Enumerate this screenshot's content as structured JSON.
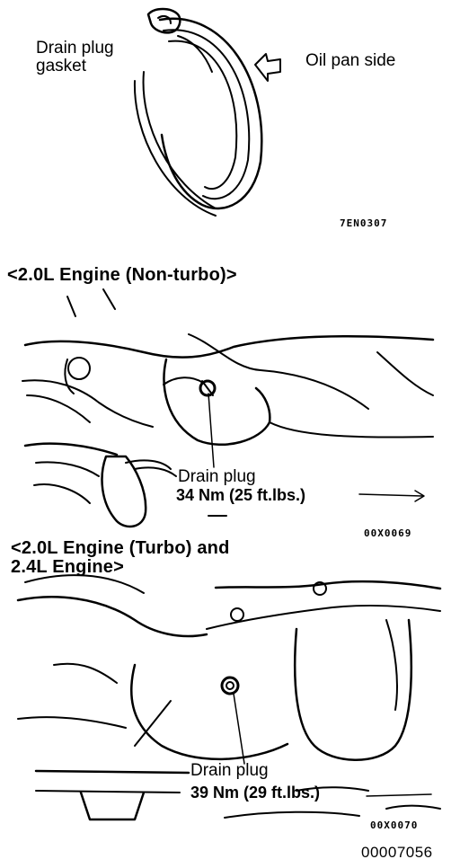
{
  "gasket_figure": {
    "callout_gasket": [
      "Drain plug",
      "gasket"
    ],
    "callout_oil_pan_side": "Oil pan side",
    "figure_code": "7EN0307"
  },
  "engine_non_turbo": {
    "heading": "<2.0L Engine (Non-turbo)>",
    "callout_drain_plug": "Drain plug",
    "torque": "34 Nm (25 ft.lbs.)",
    "figure_code": "00X0069"
  },
  "engine_turbo": {
    "heading": [
      "<2.0L Engine (Turbo) and",
      "2.4L Engine>"
    ],
    "callout_drain_plug": "Drain plug",
    "torque": "39 Nm (29 ft.lbs.)",
    "figure_code": "00X0070"
  },
  "document_number": "00007056"
}
